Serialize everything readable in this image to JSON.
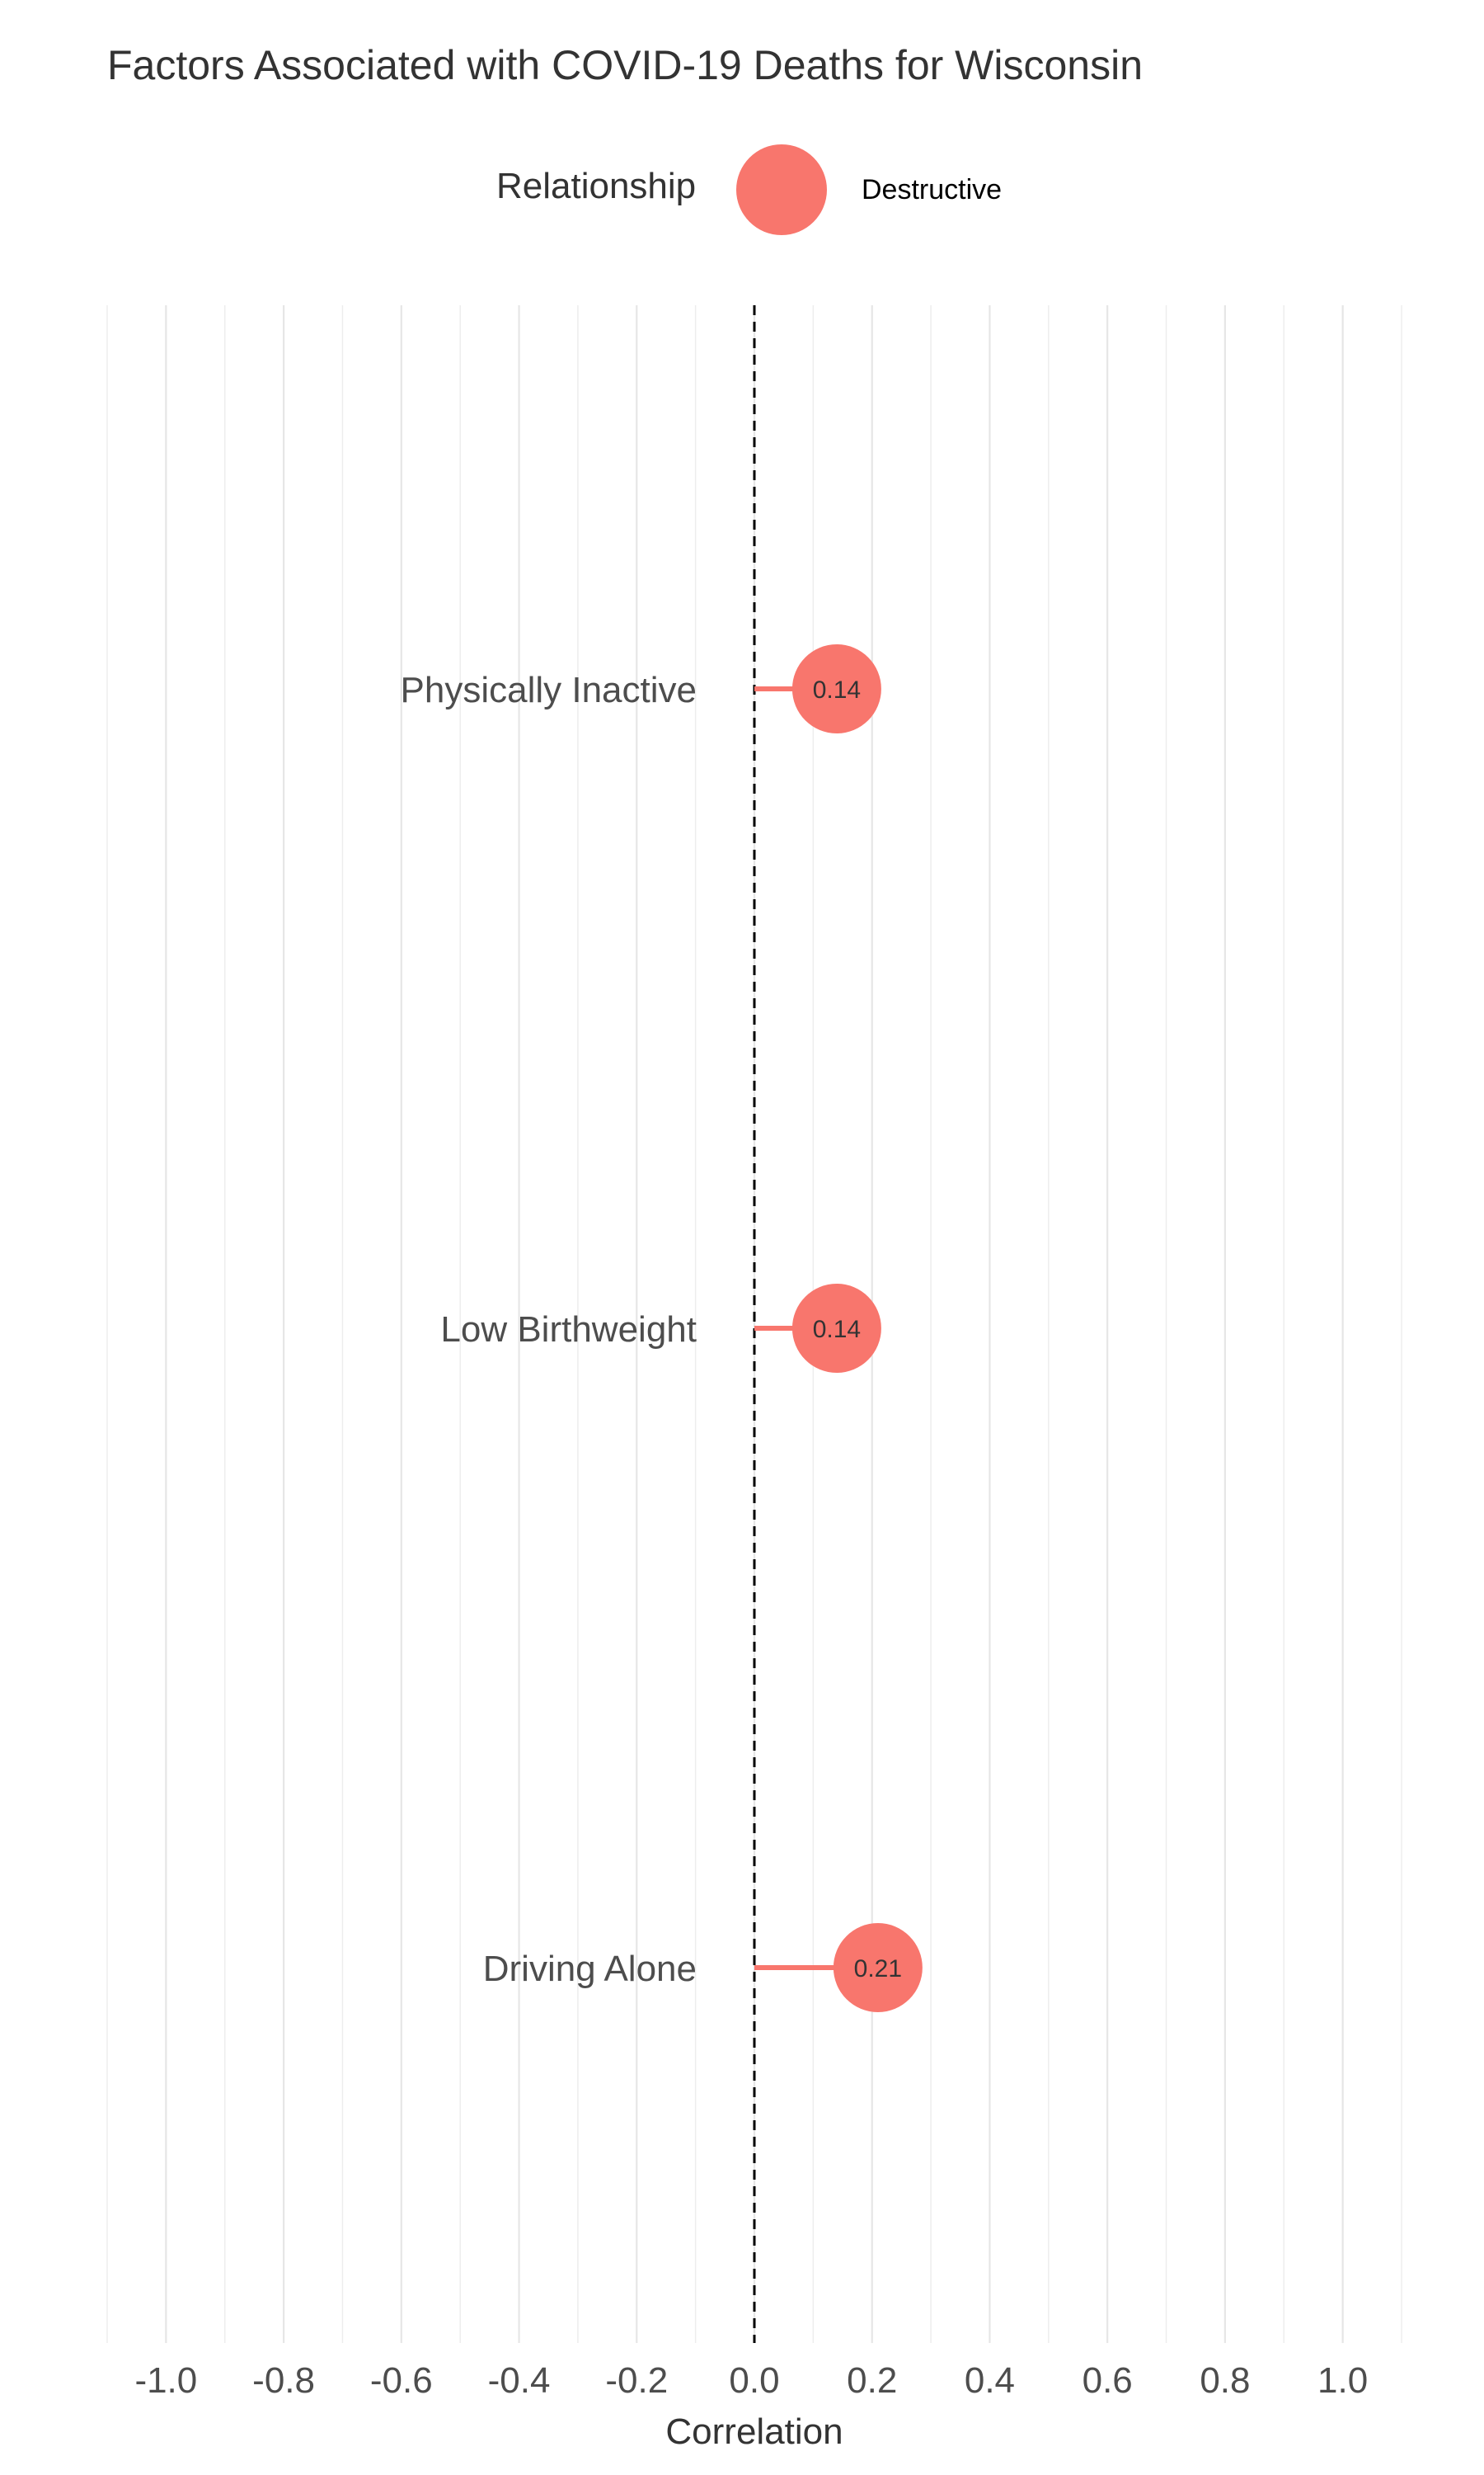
{
  "chart_data": {
    "type": "lollipop",
    "title": "Factors Associated with COVID-19 Deaths for Wisconsin",
    "xlabel": "Correlation",
    "ylabel": "",
    "xlim": [
      -1.1,
      1.1
    ],
    "x_ticks": [
      -1.0,
      -0.8,
      -0.6,
      -0.4,
      -0.2,
      0.0,
      0.2,
      0.4,
      0.6,
      0.8,
      1.0
    ],
    "x_tick_labels": [
      "-1.0",
      "-0.8",
      "-0.6",
      "-0.4",
      "-0.2",
      "0.0",
      "0.2",
      "0.4",
      "0.6",
      "0.8",
      "1.0"
    ],
    "reference_line": 0.0,
    "grid": "vertical",
    "legend": {
      "title": "Relationship",
      "placement": "top",
      "entries": [
        {
          "label": "Destructive",
          "color": "#F8766D"
        }
      ]
    },
    "categories": [
      "Physically Inactive",
      "Low Birthweight",
      "Driving Alone"
    ],
    "values": [
      0.14,
      0.14,
      0.21
    ],
    "value_labels": [
      "0.14",
      "0.14",
      "0.21"
    ],
    "color": "#F8766D"
  }
}
